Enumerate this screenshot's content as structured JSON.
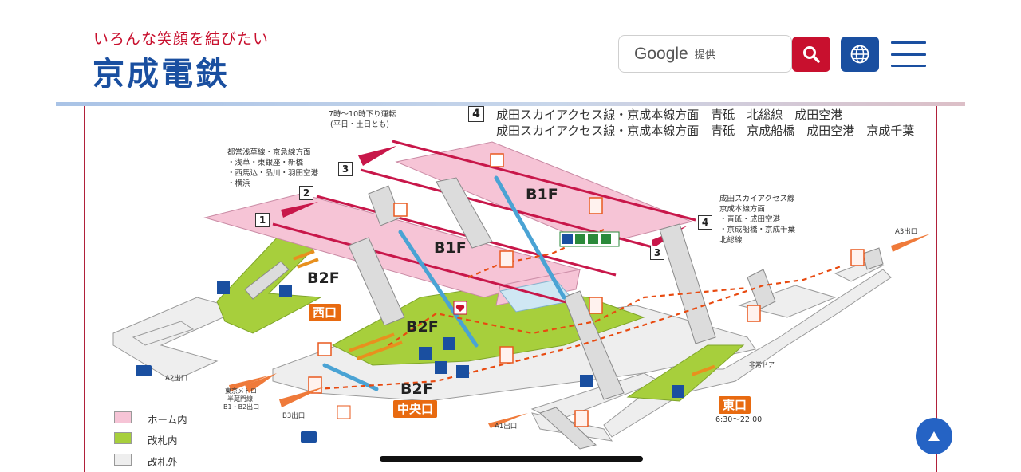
{
  "header": {
    "tagline": "いろんな笑顔を結びたい",
    "logo": "京成電鉄",
    "search": {
      "brand": "Google",
      "suffix": "提供"
    },
    "icons": {
      "search": "search-icon",
      "globe": "globe-icon",
      "menu": "hamburger-menu-icon"
    },
    "colors": {
      "brand_red": "#c8102e",
      "brand_blue": "#1a4fa0"
    }
  },
  "directions": {
    "platform4_num": "4",
    "line1": "成田スカイアクセス線・京成本線方面　青砥　北総線　成田空港",
    "line2": "成田スカイアクセス線・京成本線方面　青砥　京成船橋　成田空港　京成千葉"
  },
  "map": {
    "escalator_note": [
      "7時～10時下り運転",
      "(平日・土日とも)"
    ],
    "west_direction": [
      "都営浅草線・京急線方面",
      "・浅草・東銀座・新橋",
      "・西馬込・品川・羽田空港",
      "・横浜"
    ],
    "east_direction": [
      "成田スカイアクセス線",
      "京成本線方面",
      "・青砥・成田空港",
      "・京成船橋・京成千葉",
      "北総線"
    ],
    "platform_numbers": [
      "1",
      "2",
      "3",
      "4",
      "3"
    ],
    "floors": {
      "b1f_upper": "B1F",
      "b1f_lower": "B1F",
      "b2f_west": "B2F",
      "b2f_center": "B2F",
      "b2f_south": "B2F"
    },
    "exits": {
      "west": "西口",
      "center": "中央口",
      "east": "東口"
    },
    "east_exit_hours": "6:30～22:00",
    "emergency_door": "非常ドア",
    "exit_labels": {
      "a1": "A1出口",
      "a2": "A2出口",
      "a3": "A3出口",
      "b3": "B3出口"
    },
    "metro_transfer": [
      "東京メトロ",
      "半蔵門線",
      "B1・B2出口"
    ]
  },
  "legend": [
    {
      "label": "ホーム内",
      "color": "#f6c4d6"
    },
    {
      "label": "改札内",
      "color": "#a7cf3c"
    },
    {
      "label": "改札外",
      "color": "#eeeeee"
    }
  ],
  "back_to_top_icon": "arrow-up-icon"
}
